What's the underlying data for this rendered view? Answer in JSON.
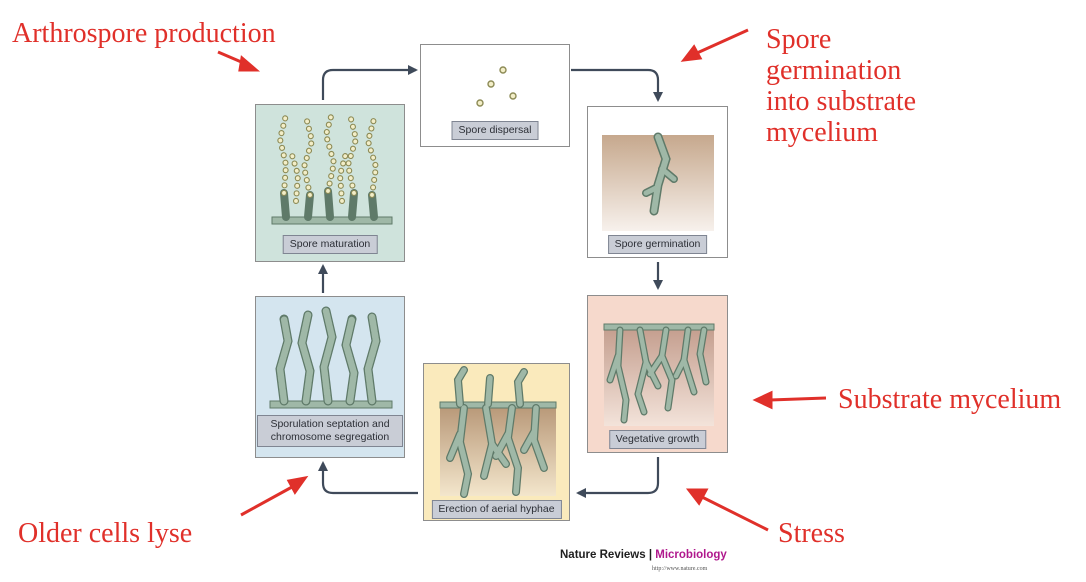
{
  "annotations": {
    "arthrospore": "Arthrospore production",
    "germination": [
      "Spore",
      "germination",
      "into substrate",
      "mycelium"
    ],
    "substrate": "Substrate mycelium",
    "stress": "Stress",
    "lyse": "Older cells lyse"
  },
  "panels": {
    "dispersal": "Spore dispersal",
    "germination": "Spore germination",
    "vegetative": "Vegetative growth",
    "aerial": "Erection of aerial hyphae",
    "sporulation": [
      "Sporulation septation and",
      "chromosome segregation"
    ],
    "maturation": "Spore maturation"
  },
  "credit": {
    "journal": "Nature Reviews",
    "separator": " | ",
    "section": "Microbiology",
    "url": "http://www.nature.com"
  },
  "colors": {
    "annotation": "#e0302a",
    "hyphae": "#9fb8a7",
    "hyphae_outline": "#5f7a69",
    "spore_fill": "#f3eec8",
    "spore_outline": "#8c8a55"
  }
}
